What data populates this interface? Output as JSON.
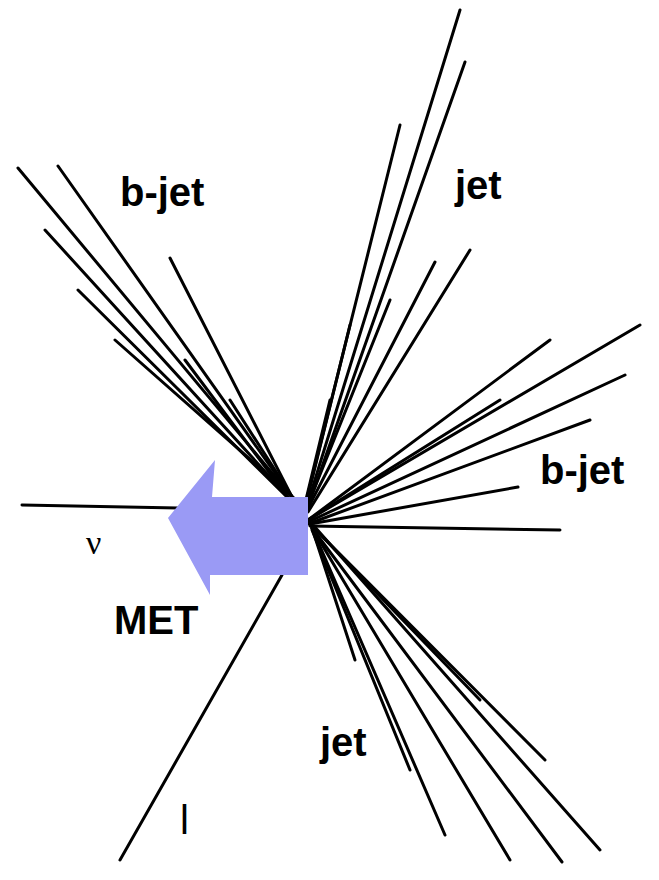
{
  "diagram": {
    "labels": [
      "b-jet",
      "jet",
      "b-jet",
      "jet",
      "ν",
      "MET",
      "l"
    ]
  }
}
